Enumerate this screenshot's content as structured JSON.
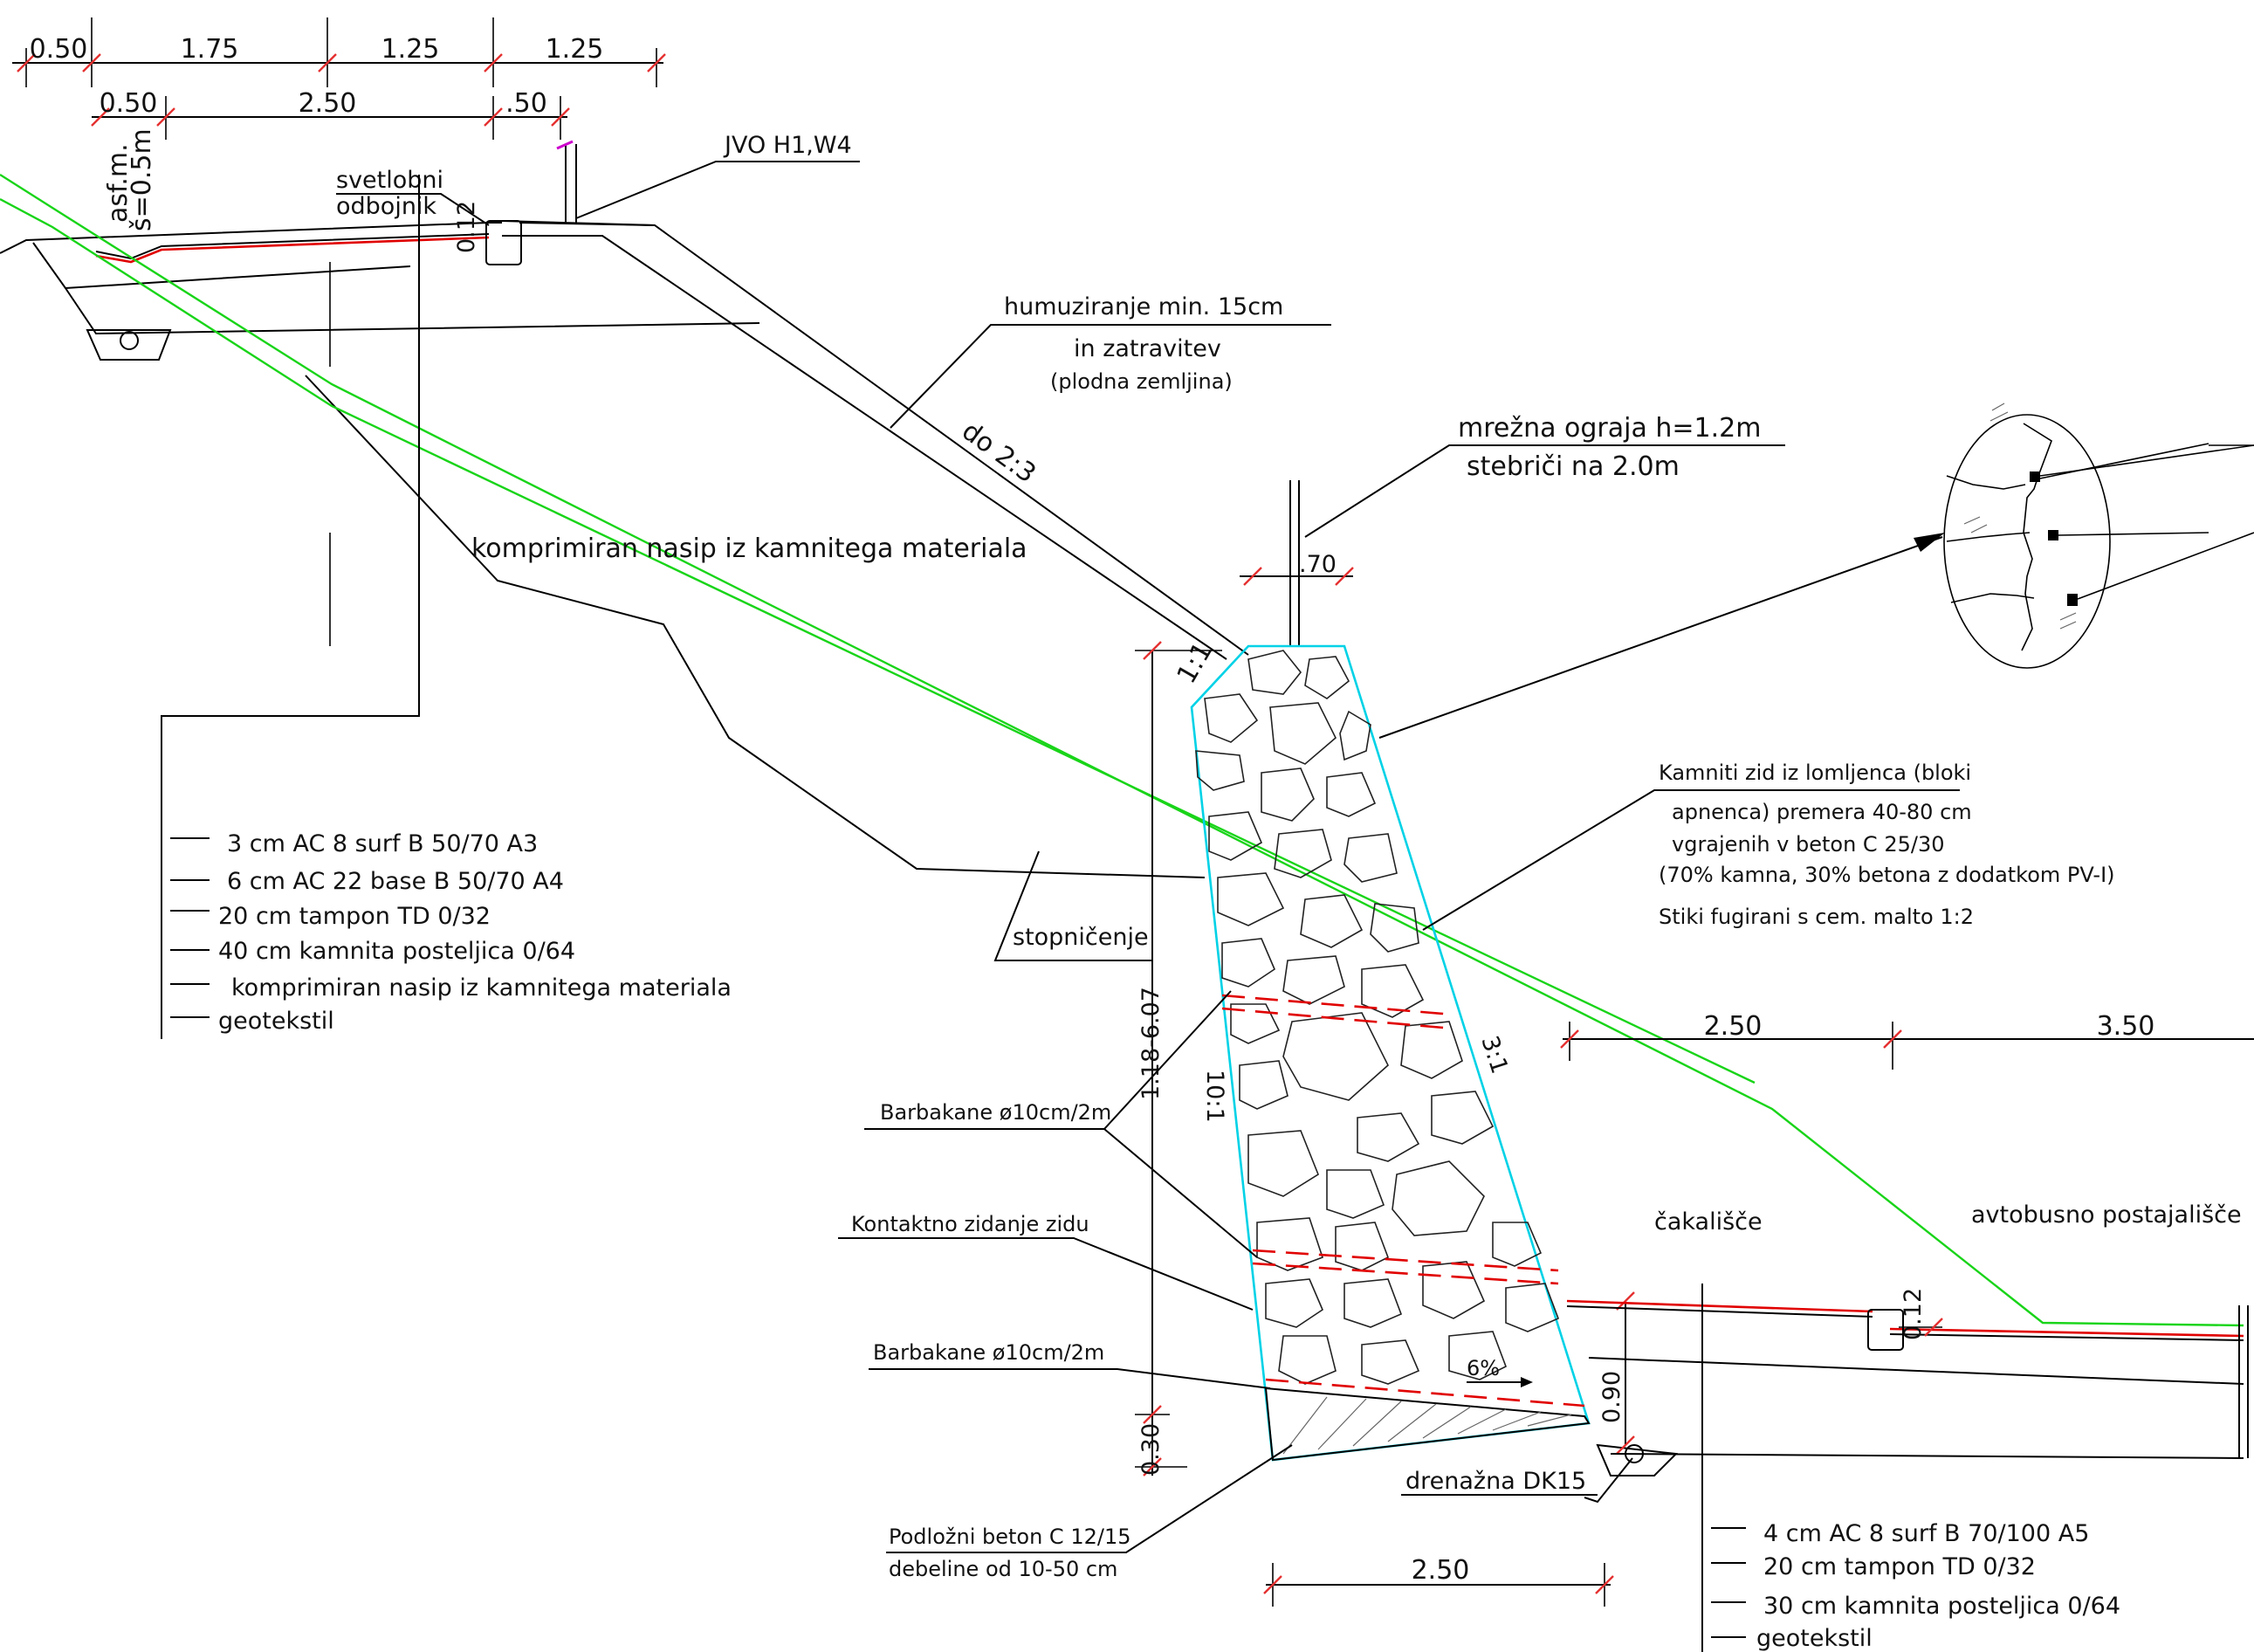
{
  "top_dims_row1": [
    "0.50",
    "1.75",
    "1.25",
    "1.25"
  ],
  "top_dims_row2": [
    "0.50",
    "2.50",
    ".50"
  ],
  "asphalt_label": [
    "asf.m.",
    "š=0.5m"
  ],
  "svetlobni": [
    "svetlobni",
    "odbojnik"
  ],
  "jvo": "JVO H1,W4",
  "humus": [
    "humuziranje min. 15cm",
    "in zatravitev",
    "(plodna zemljina)"
  ],
  "slope_top": "do 2:3",
  "fence": [
    "mrežna ograja h=1.2m",
    "stebriči na 2.0m"
  ],
  "fence_dim": ".70",
  "fill_label": "komprimiran nasip iz kamnitega materiala",
  "ratio_1_1": "1:1",
  "wall_desc": [
    "Kamniti zid iz lomljenca (bloki",
    "apnenca) premera 40-80 cm",
    "vgrajenih v beton C 25/30",
    "(70% kamna, 30% betona z dodatkom PV-I)",
    "Stiki fugirani s cem. malto 1:2"
  ],
  "stepping": "stopničenje",
  "left_layers": [
    "3 cm AC 8 surf B 50/70 A3",
    "6 cm AC 22 base B 50/70 A4",
    "20 cm tampon TD 0/32",
    "40 cm kamnita posteljica 0/64",
    "komprimiran nasip iz kamnitega materiala",
    "geotekstil"
  ],
  "wall_height": "1.18-6.07",
  "ratio_10_1": "10:1",
  "ratio_3_1": "3:1",
  "barbakane1": "Barbakane ø10cm/2m",
  "kontaktno": "Kontaktno zidanje zidu",
  "barbakane2": "Barbakane ø10cm/2m",
  "dim_030": "0.30",
  "dim_090": "0.90",
  "percent": "6%",
  "drenazna": "drenažna DK15",
  "podlozni": [
    "Podložni beton C 12/15",
    "debeline od 10-50 cm"
  ],
  "base_dim": "2.50",
  "right_dims": [
    "2.50",
    "3.50"
  ],
  "cakalisce": "čakališče",
  "avtobusno": "avtobusno postajališče",
  "right_layers": [
    "4 cm AC 8 surf B 70/100 A5",
    "20 cm tampon TD 0/32",
    "30 cm kamnita posteljica 0/64",
    "geotekstil"
  ],
  "dim_012_left": "0.12",
  "dim_012_right": "0.12"
}
